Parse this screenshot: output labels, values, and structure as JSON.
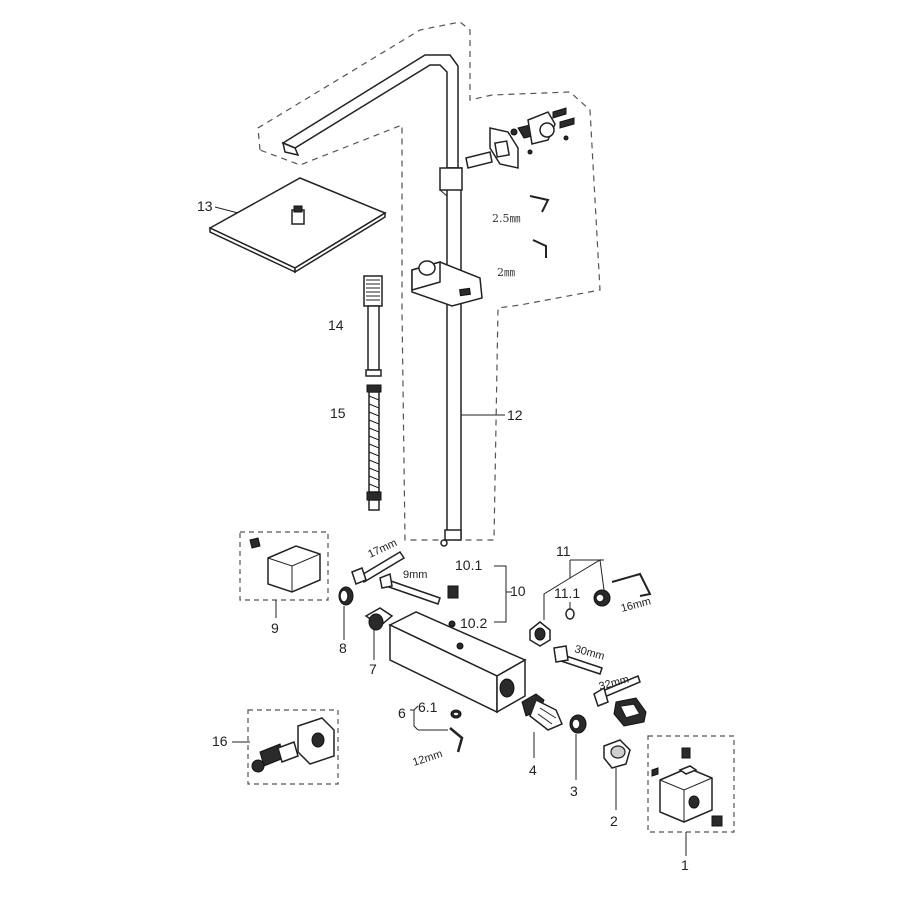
{
  "labels": {
    "p1": "1",
    "p2": "2",
    "p3": "3",
    "p4": "4",
    "p6": "6",
    "p6_1": "6.1",
    "p7": "7",
    "p8": "8",
    "p9": "9",
    "p10": "10",
    "p10_1": "10.1",
    "p10_2": "10.2",
    "p11": "11",
    "p11_1": "11.1",
    "p12": "12",
    "p13": "13",
    "p14": "14",
    "p15": "15",
    "p16": "16"
  },
  "tools": {
    "hex_2_5": "2.5㎜",
    "hex_2": "2㎜",
    "wrench_17": "17mm",
    "wrench_9": "9mm",
    "hex_16": "16mm",
    "wrench_30": "30mm",
    "wrench_32": "32mm",
    "hex_12": "12mm"
  },
  "colors": {
    "stroke": "#222222",
    "dash": "#555555",
    "dark_part": "#2a2a2a",
    "background": "#ffffff"
  }
}
